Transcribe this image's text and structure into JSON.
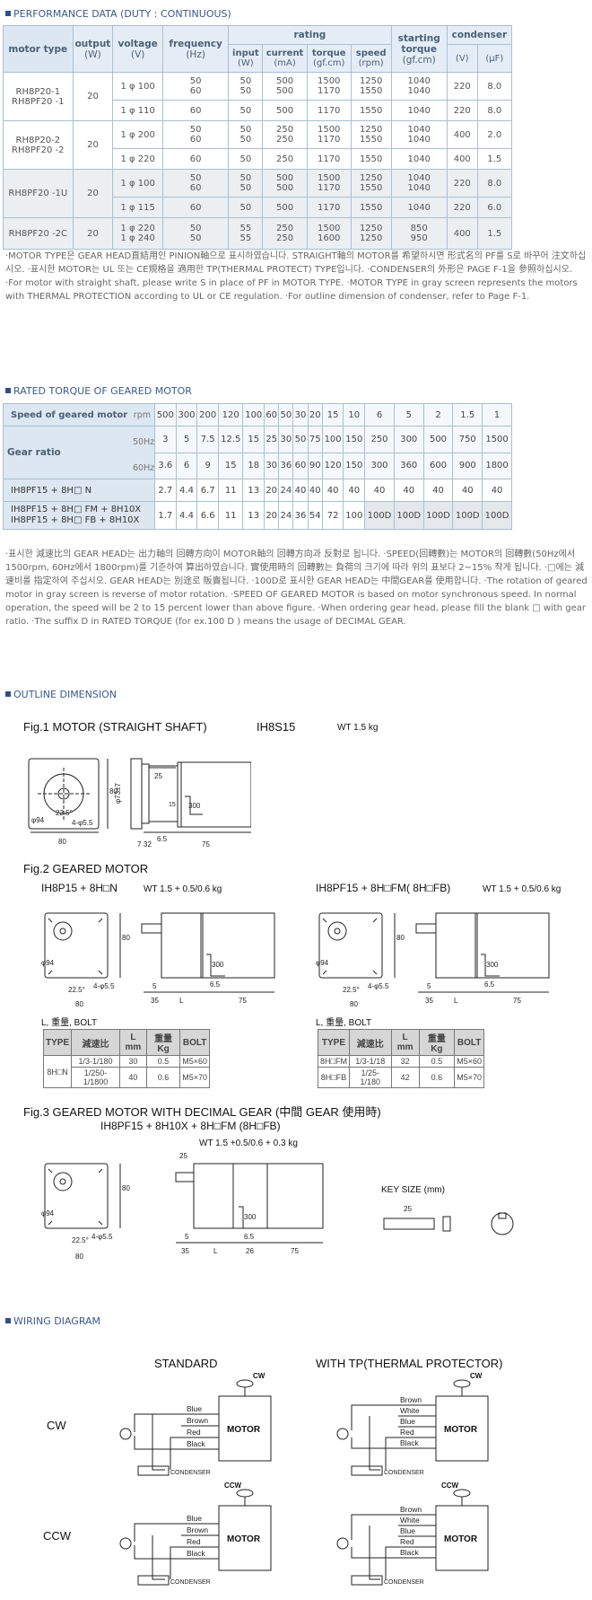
{
  "perf": {
    "section_title": "PERFORMANCE DATA (DUTY : CONTINUOUS)",
    "headers": {
      "motor_type": "motor type",
      "output": "output",
      "output_unit": "(W)",
      "voltage": "voltage",
      "voltage_unit": "(V)",
      "frequency": "frequency",
      "frequency_unit": "(Hz)",
      "rating": "rating",
      "input": "input",
      "input_unit": "(W)",
      "current": "current",
      "current_unit": "(mA)",
      "torque": "torque",
      "torque_unit": "(gf.cm)",
      "speed": "speed",
      "speed_unit": "(rpm)",
      "starting_torque": "starting torque",
      "starting_unit": "(gf.cm)",
      "condenser": "condenser",
      "cond_v": "(V)",
      "cond_uf": "(µF)"
    },
    "groups": [
      {
        "type": "RH8P20-1 RH8PF20 -1",
        "output": "20",
        "rows": [
          {
            "voltage": "1 φ 100",
            "freq": "50 60",
            "input": "50 50",
            "current": "500 500",
            "torque": "1500 1170",
            "speed": "1250 1550",
            "start": "1040 1040",
            "cv": "220",
            "cuf": "8.0"
          },
          {
            "voltage": "1 φ 110",
            "freq": "60",
            "input": "50",
            "current": "500",
            "torque": "1170",
            "speed": "1550",
            "start": "1040",
            "cv": "220",
            "cuf": "8.0"
          }
        ]
      },
      {
        "type": "RH8P20-2 RH8PF20 -2",
        "output": "20",
        "rows": [
          {
            "voltage": "1 φ 200",
            "freq": "50 60",
            "input": "50 50",
            "current": "250 250",
            "torque": "1500 1170",
            "speed": "1250 1550",
            "start": "1040 1040",
            "cv": "400",
            "cuf": "2.0"
          },
          {
            "voltage": "1 φ 220",
            "freq": "60",
            "input": "50",
            "current": "250",
            "torque": "1170",
            "speed": "1550",
            "start": "1040",
            "cv": "400",
            "cuf": "1.5"
          }
        ]
      },
      {
        "type": "RH8PF20 -1U",
        "output": "20",
        "rows": [
          {
            "voltage": "1 φ 100",
            "freq": "50 60",
            "input": "50 50",
            "current": "500 500",
            "torque": "1500 1170",
            "speed": "1250 1550",
            "start": "1040 1040",
            "cv": "220",
            "cuf": "8.0"
          },
          {
            "voltage": "1 φ 115",
            "freq": "60",
            "input": "50",
            "current": "500",
            "torque": "1170",
            "speed": "1550",
            "start": "1040",
            "cv": "220",
            "cuf": "6.0"
          }
        ]
      },
      {
        "type": "RH8PF20 -2C",
        "output": "20",
        "rows": [
          {
            "voltage": "1 φ 220 1 φ 240",
            "freq": "50 50",
            "input": "55 55",
            "current": "250 250",
            "torque": "1500 1600",
            "speed": "1250 1250",
            "start": "850 950",
            "cv": "400",
            "cuf": "1.5"
          }
        ]
      }
    ],
    "note": "·MOTOR TYPE은 GEAR HEAD直結用인 PINION軸으로 표시하였습니다. STRAIGHT軸의 MOTOR를 希望하시면 形式名의 PF를 S로 바꾸어 注文하십시오. ·표시한 MOTOR는 UL 또는 CE規格을 適用한 TP(THERMAL PROTECT) TYPE입니다. ·CONDENSER의 外形은 PAGE F-1을 參照하십시오. ·For motor with straight shaft, please write S in place of PF in MOTOR TYPE. ·MOTOR TYPE in gray screen represents the motors with THERMAL PROTECTION according to UL or CE regulation. ·For outline dimension of condenser, refer to Page F-1."
  },
  "rated": {
    "section_title": "RATED TORQUE OF GEARED MOTOR",
    "speed_label": "Speed of geared motor",
    "speed_unit": "rpm",
    "speeds": [
      "500",
      "300",
      "200",
      "120",
      "100",
      "60",
      "50",
      "30",
      "20",
      "15",
      "10",
      "6",
      "5",
      "2",
      "1.5",
      "1"
    ],
    "gear_ratio_label": "Gear ratio",
    "hz50_label": "50Hz",
    "hz60_label": "60Hz",
    "ratio50": [
      "3",
      "5",
      "7.5",
      "12.5",
      "15",
      "25",
      "30",
      "50",
      "75",
      "100",
      "150",
      "250",
      "300",
      "500",
      "750",
      "1500"
    ],
    "ratio60": [
      "3.6",
      "6",
      "9",
      "15",
      "18",
      "30",
      "36",
      "60",
      "90",
      "120",
      "150",
      "300",
      "360",
      "600",
      "900",
      "1800"
    ],
    "row1_label": "IH8PF15 + 8H□ N",
    "row1": [
      "2.7",
      "4.4",
      "6.7",
      "11",
      "13",
      "20",
      "24",
      "40",
      "40",
      "40",
      "40",
      "40",
      "40",
      "40",
      "40",
      "40"
    ],
    "row2_label_a": "IH8PF15 + 8H□ FM + 8H10X",
    "row2_label_b": "IH8PF15 + 8H□ FB + 8H10X",
    "row2": [
      "1.7",
      "4.4",
      "6.6",
      "11",
      "13",
      "20",
      "24",
      "36",
      "54",
      "72",
      "100",
      "100D",
      "100D",
      "100D",
      "100D",
      "100D"
    ],
    "note": "·표시한 減速比의 GEAR HEAD는 出力軸의 回轉方向이 MOTOR軸의 回轉方向과 反對로 됩니다. ·SPEED(回轉數)는 MOTOR의 回轉數(50Hz에서 1500rpm, 60Hz에서 1800rpm)를 기준하여 算出하였습니다. 實使用時의 回轉數는 負荷의 크기에 따라 위의 표보다 2~15% 작게 됩니다. ·□에는 減速비를 指定하여 주십시오. GEAR HEAD는 別途로 販賣됩니다. ·100D로 표시한 GEAR HEAD는 中間GEAR를 使用합니다. ·The rotation of geared motor in gray screen is reverse of motor rotation. ·SPEED OF GEARED MOTOR is based on motor synchronous speed. In normal operation, the speed will be 2 to 15 percent lower than above figure. ·When ordering gear head, please fill the blank □ with gear ratio. ·The suffix D in RATED TORQUE (for ex.100 D ) means the usage of DECIMAL GEAR."
  },
  "outline": {
    "section_title": "OUTLINE DIMENSION",
    "fig1_title": "Fig.1 MOTOR (STRAIGHT SHAFT)",
    "fig1_model": "IH8S15",
    "fig1_wt": "WT 1.5 kg",
    "fig2_title": "Fig.2 GEARED MOTOR",
    "fig2a_model": "IH8P15 + 8H□N",
    "fig2a_wt": "WT 1.5 + 0.5/0.6 kg",
    "fig2b_model": "IH8PF15 + 8H□FM( 8H□FB)",
    "fig2b_wt": "WT 1.5 + 0.5/0.6 kg",
    "bolt_caption": "L, 重量, BOLT",
    "bolt_headers": [
      "TYPE",
      "減速比",
      "L mm",
      "重量 Kg",
      "BOLT"
    ],
    "bolt_a": {
      "type": "8H□N",
      "rows": [
        [
          "1/3-1/180",
          "30",
          "0.5",
          "M5×60"
        ],
        [
          "1/250-1/1800",
          "40",
          "0.6",
          "M5×70"
        ]
      ]
    },
    "bolt_b": {
      "rows": [
        [
          "8H□FM",
          "1/3-1/18",
          "32",
          "0.5",
          "M5×60"
        ],
        [
          "8H□FB",
          "1/25-1/180",
          "42",
          "0.6",
          "M5×70"
        ]
      ]
    },
    "fig3_title": "Fig.3 GEARED MOTOR WITH DECIMAL GEAR (中間 GEAR 使用時)",
    "fig3_model": "IH8PF15 + 8H10X + 8H□FM (8H□FB)",
    "fig3_wt": "WT  1.5 +0.5/0.6 + 0.3 kg",
    "key_size": "KEY SIZE (mm)",
    "dims": {
      "d80": "80",
      "d25": "25",
      "d75": "75",
      "d32": "32",
      "d5": "5",
      "d6_5": "6.5",
      "d35": "35",
      "dL": "L",
      "d26": "26",
      "d45": "4-φ5.5",
      "d94": "φ94",
      "d22": "22.5°",
      "d300": "300",
      "d37": "φ73±7",
      "d7": "7",
      "d15": "15"
    }
  },
  "wiring": {
    "section_title": "WIRING DIAGRAM",
    "standard": "STANDARD",
    "with_tp": "WITH TP(THERMAL PROTECTOR)",
    "cw": "CW",
    "ccw": "CCW",
    "motor": "MOTOR",
    "condenser": "CONDENSER",
    "blue": "Blue",
    "brown": "Brown",
    "red": "Red",
    "black": "Black",
    "white": "White"
  }
}
